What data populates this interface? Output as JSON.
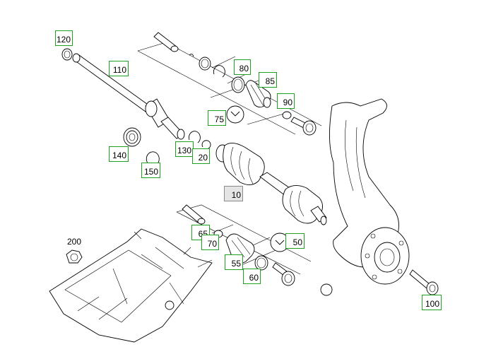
{
  "callouts": {
    "c120": "120",
    "c110": "110",
    "c80": "80",
    "c85": "85",
    "c90": "90",
    "c75": "75",
    "c140": "140",
    "c130": "130",
    "c20": "20",
    "c150": "150",
    "c10": "10",
    "c65": "65",
    "c70": "70",
    "c50": "50",
    "c55": "55",
    "c60": "60",
    "c100": "100"
  },
  "labels": {
    "l200": "200"
  },
  "selected_callout": "10"
}
